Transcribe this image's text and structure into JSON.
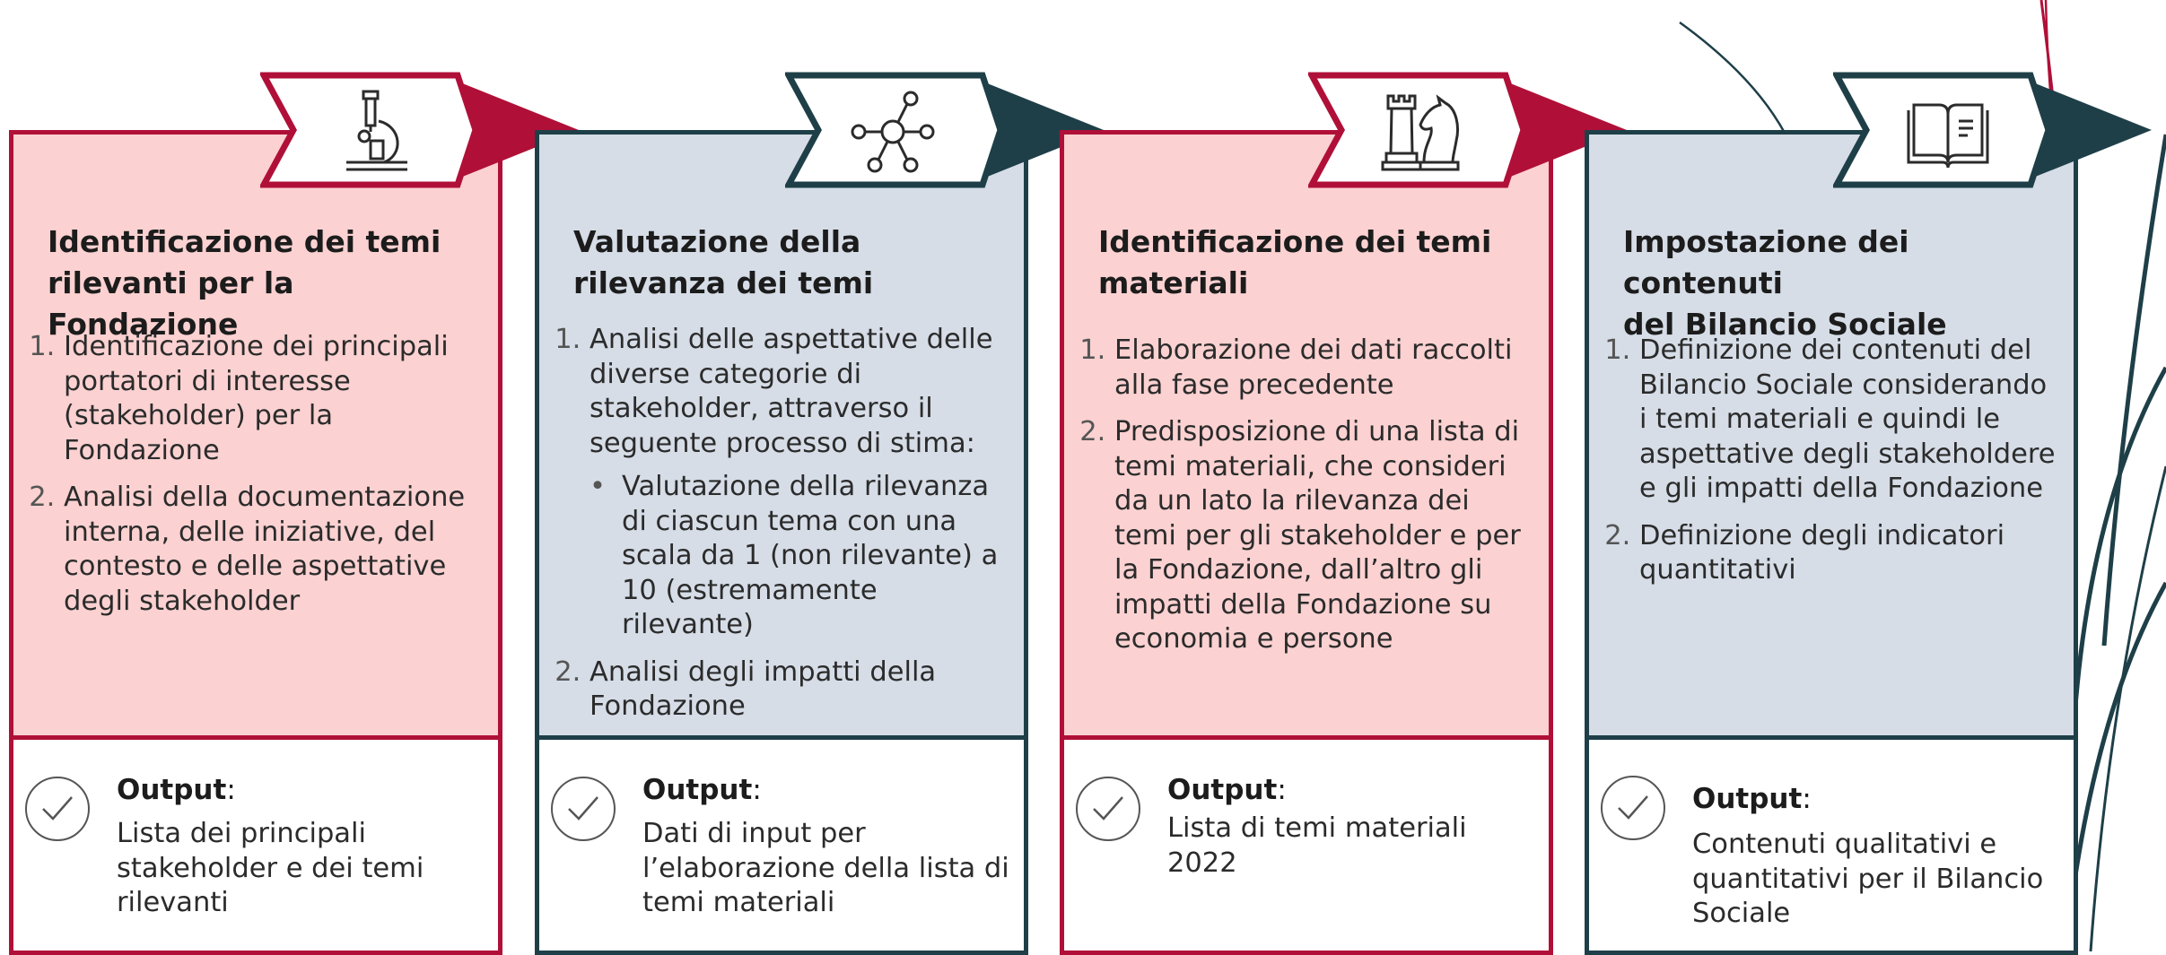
{
  "colors": {
    "crimson": "#b01038",
    "teal": "#1e3f48",
    "pink_fill": "#fbd1d1",
    "blue_fill": "#d6dde7"
  },
  "output_label": "Output",
  "output_colon": ":",
  "steps": [
    {
      "icon": "microscope-icon",
      "title_line1": "Identificazione dei temi",
      "title_line2": "rilevanti per la Fondazione",
      "items": [
        "Identificazione dei principali portatori di interesse (stakeholder) per la Fondazione",
        "Analisi della documentazione interna, delle iniziative, del contesto e delle aspettative degli stakeholder"
      ],
      "output_text": "Lista dei principali stakeholder e dei temi rilevanti"
    },
    {
      "icon": "network-icon",
      "title_line1": "Valutazione della",
      "title_line2": "rilevanza dei temi",
      "item1": "Analisi delle aspettative delle diverse categorie di stakeholder, attraverso il seguente processo di stima:",
      "subitem": "Valutazione della rilevanza di ciascun tema con una scala da 1 (non rilevante) a 10 (estremamente rilevante)",
      "item2": "Analisi degli impatti della Fondazione",
      "output_text": "Dati di input per l’elaborazione della lista di temi materiali"
    },
    {
      "icon": "chess-icon",
      "title_line1": "Identificazione dei temi",
      "title_line2": "materiali",
      "items": [
        "Elaborazione dei dati raccolti alla fase precedente",
        "Predisposizione di una lista di temi materiali, che consideri da un lato la rilevanza dei temi per gli stakeholder e per la Fondazione, dall’altro gli impatti della Fondazione su economia e persone"
      ],
      "output_text": "Lista di temi materiali 2022"
    },
    {
      "icon": "book-icon",
      "title_line1": "Impostazione dei contenuti",
      "title_line2": "del Bilancio Sociale",
      "items": [
        "Definizione dei contenuti del Bilancio Sociale considerando i temi materiali e quindi le aspettative degli stakeholdere e gli impatti della Fondazione",
        "Definizione degli indicatori quantitativi"
      ],
      "output_text": "Contenuti qualitativi e quantitativi per il Bilancio Sociale"
    }
  ]
}
